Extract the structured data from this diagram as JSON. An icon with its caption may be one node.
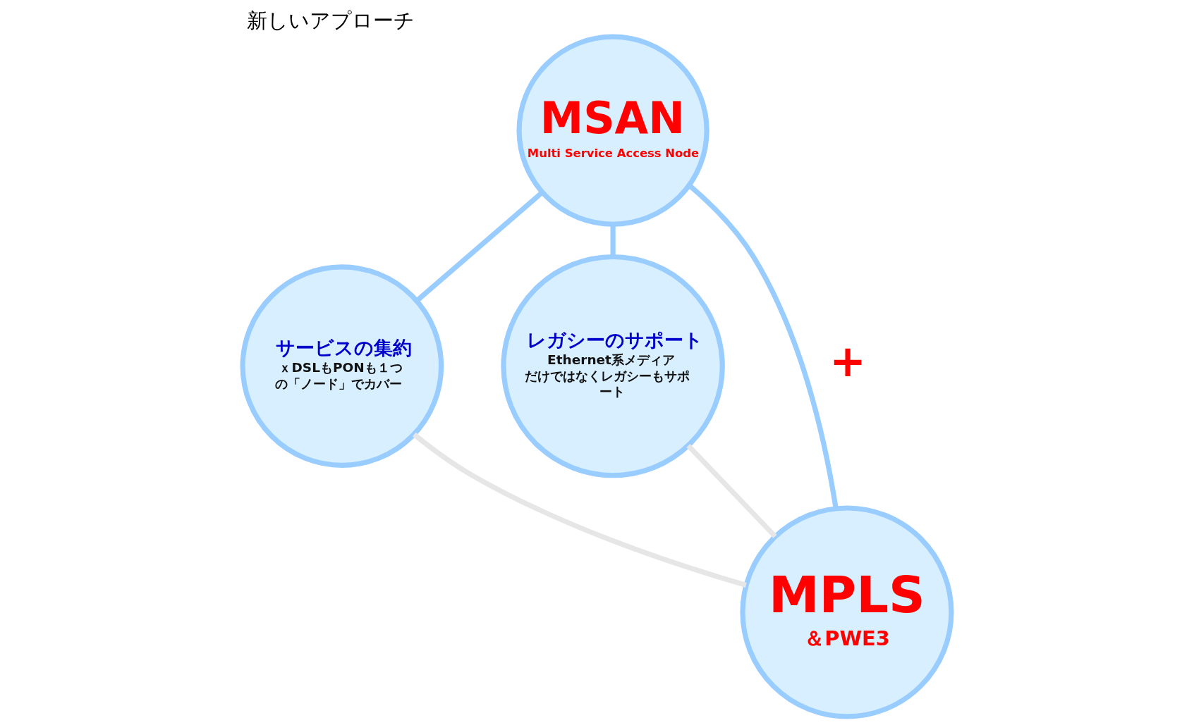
{
  "diagram": {
    "title": "新しいアプローチ",
    "nodes": [
      {
        "text": [
          "MSAN",
          "Multi Service Access Node"
        ]
      },
      {
        "text": [
          "サービスの集約",
          "ｘDSLもPONも１つの「ノード」でカバー"
        ]
      },
      {
        "text": [
          "レガシーのサポート",
          "Ethernet系メディアだけではなくレガシーもサポート"
        ]
      },
      {
        "text": [
          "MPLS",
          "＆PWE3"
        ]
      }
    ],
    "edges": [
      {
        "from": 0,
        "to": 1,
        "arrow": "none"
      },
      {
        "from": 0,
        "to": 2,
        "arrow": "none"
      },
      {
        "from": 0,
        "to": 3,
        "arrow": "none",
        "label": "+"
      },
      {
        "from": 3,
        "to": 1,
        "arrow": "none",
        "color": "#e6e6e6"
      },
      {
        "from": 3,
        "to": 2,
        "arrow": "none",
        "color": "#e6e6e6"
      }
    ]
  }
}
